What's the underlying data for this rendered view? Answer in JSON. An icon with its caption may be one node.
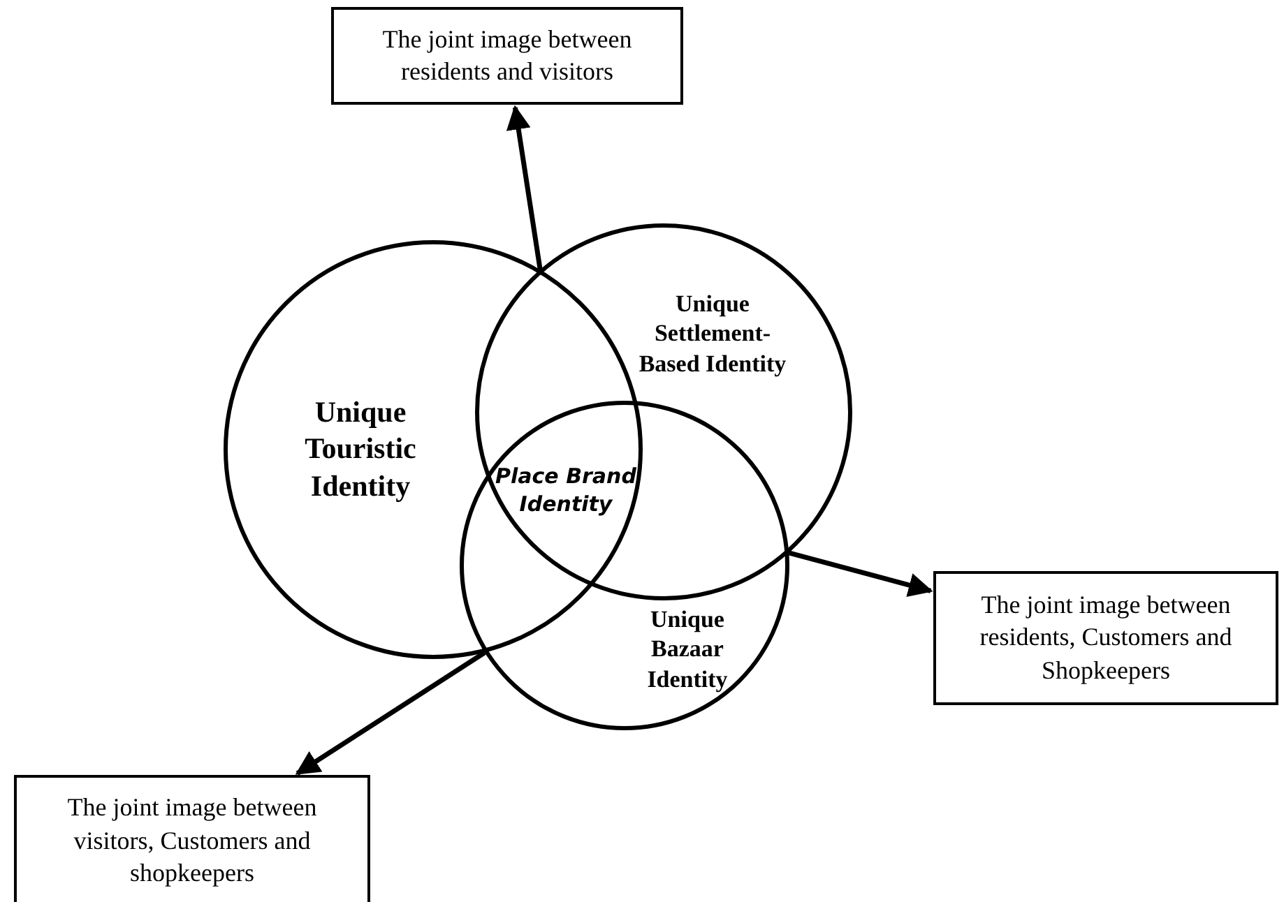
{
  "diagram": {
    "nodes": [
      {
        "text": [
          "The joint image between residents and visitors"
        ]
      },
      {
        "text": [
          "Unique Touristic Identity"
        ]
      },
      {
        "text": [
          "Unique Settlement-Based Identity"
        ]
      },
      {
        "text": [
          "Unique Bazaar Identity"
        ]
      },
      {
        "text": [
          "The joint image between residents, Customers and Shopkeepers"
        ]
      },
      {
        "text": [
          "The joint image between visitors, Customers and shopkeepers"
        ]
      }
    ],
    "edges": [
      {
        "from": 1,
        "to": 0,
        "arrow": "to"
      },
      {
        "from": 2,
        "to": 4,
        "arrow": "to"
      },
      {
        "from": 3,
        "to": 5,
        "arrow": "to"
      }
    ],
    "labels": [
      "Place Brand Identity"
    ]
  }
}
